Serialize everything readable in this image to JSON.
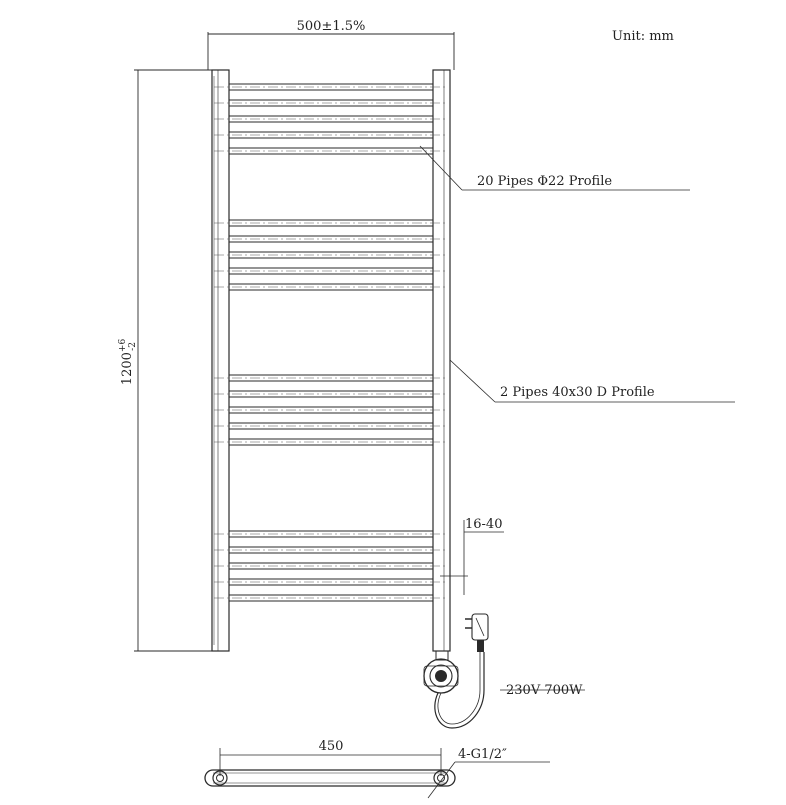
{
  "unit_label": "Unit: mm",
  "dimensions": {
    "width": "500±1.5%",
    "height_main": "1200",
    "height_tol_plus": "+6",
    "height_tol_minus": "-2",
    "bottom_width": "450",
    "offset": "16-40",
    "connection": "4-G1/2″"
  },
  "callouts": {
    "pipes_round": "20 Pipes  Φ22 Profile",
    "pipes_d": "2 Pipes 40x30 D Profile",
    "heater": "230V 700W"
  },
  "rail_groups": [
    5,
    5,
    5,
    5
  ]
}
